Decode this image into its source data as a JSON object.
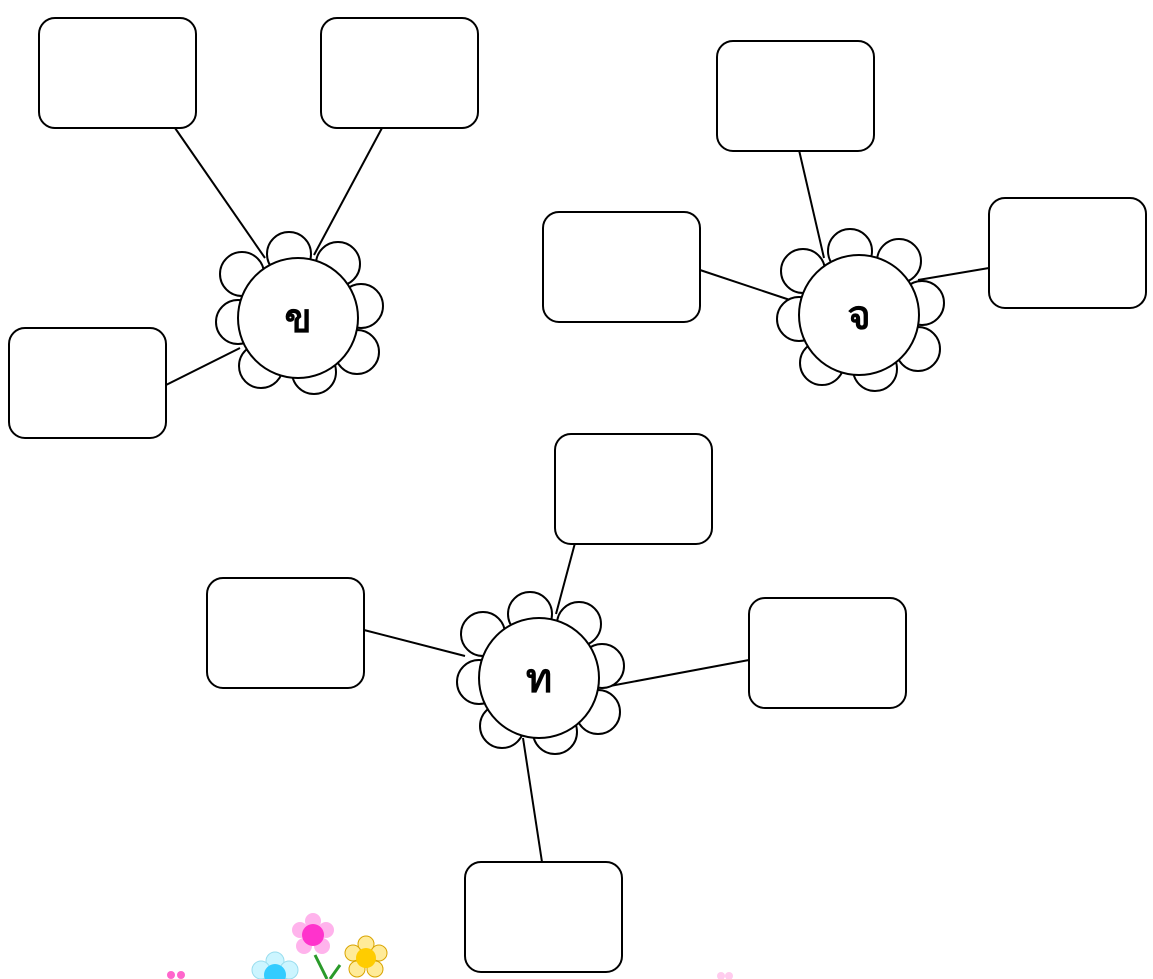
{
  "clusters": [
    {
      "letter": "ข",
      "boxes": 3
    },
    {
      "letter": "จ",
      "boxes": 3
    },
    {
      "letter": "ท",
      "boxes": 4
    }
  ],
  "colors": {
    "outline": "#000000",
    "fill": "#ffffff",
    "decor_flowers": [
      "#ff33cc",
      "#33ccff",
      "#ffcc00"
    ]
  }
}
